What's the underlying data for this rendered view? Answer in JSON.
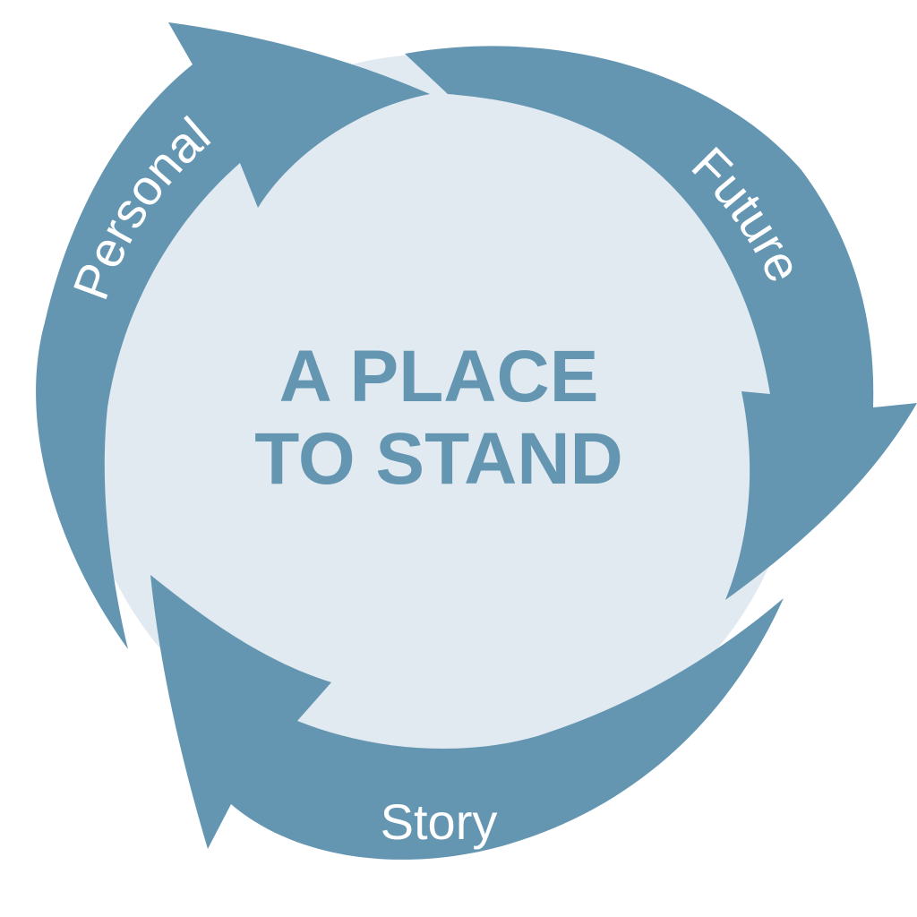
{
  "diagram": {
    "center": {
      "lines": [
        "A PLACE",
        "TO STAND"
      ]
    },
    "arrows": [
      {
        "label": "Personal"
      },
      {
        "label": "Future"
      },
      {
        "label": "Story"
      }
    ],
    "colors": {
      "arrow": "#6496b2",
      "circle": "#e1e9f1",
      "center_text": "#6496b2",
      "label_text": "#ffffff",
      "background": "#ffffff"
    }
  }
}
